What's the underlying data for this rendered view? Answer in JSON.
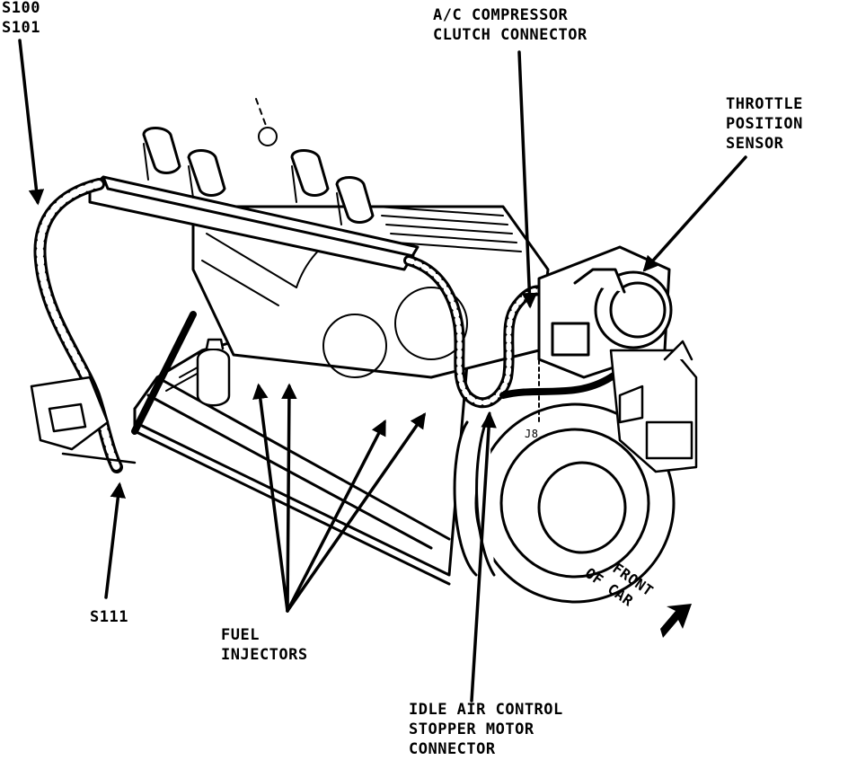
{
  "labels": {
    "s100": "S100",
    "s101": "S101",
    "ac_line1": "A/C COMPRESSOR",
    "ac_line2": "CLUTCH CONNECTOR",
    "tps_line1": "THROTTLE",
    "tps_line2": "POSITION",
    "tps_line3": "SENSOR",
    "s111": "S111",
    "fuel_line1": "FUEL",
    "fuel_line2": "INJECTORS",
    "iac_line1": "IDLE AIR CONTROL",
    "iac_line2": "STOPPER MOTOR",
    "iac_line3": "CONNECTOR",
    "front_line1": "FRONT",
    "front_line2": "OF CAR",
    "jack": "J8"
  },
  "colors": {
    "ink": "#000000",
    "paper": "#ffffff"
  }
}
